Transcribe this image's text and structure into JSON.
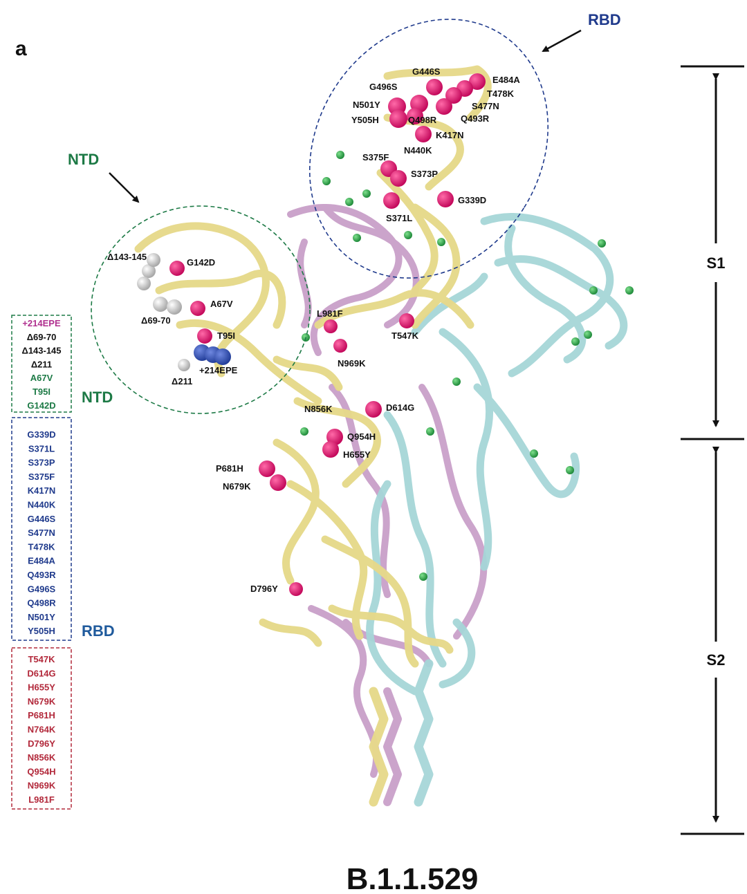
{
  "panel_letter": "a",
  "variant_name": "B.1.1.529",
  "colors": {
    "chain_a": "#f2e6a0",
    "chain_b": "#c9a0c9",
    "chain_c": "#a6d6d8",
    "mutation_sphere": "#e0146e",
    "deletion_sphere": "#cfcfcf",
    "insertion_sphere": "#3a55b0",
    "glycan_sphere": "#2fae4a",
    "ntd_color": "#1d7a46",
    "rbd_color": "#1f3a8c",
    "other_color": "#b2283a",
    "insertion_text": "#b0308f"
  },
  "regions": {
    "rbd": {
      "label": "RBD"
    },
    "ntd": {
      "label": "NTD"
    }
  },
  "subunits": {
    "s1": {
      "label": "S1"
    },
    "s2": {
      "label": "S2"
    }
  },
  "structure_labels": [
    "G446S",
    "E484A",
    "G496S",
    "T478K",
    "N501Y",
    "S477N",
    "Y505H",
    "Q498R",
    "Q493R",
    "K417N",
    "N440K",
    "S375F",
    "S373P",
    "G339D",
    "S371L",
    "Δ143-145",
    "G142D",
    "Δ69-70",
    "A67V",
    "T95I",
    "+214EPE",
    "Δ211",
    "L981F",
    "T547K",
    "N969K",
    "N856K",
    "D614G",
    "Q954H",
    "H655Y",
    "P681H",
    "N679K",
    "D796Y"
  ],
  "legend": {
    "ntd": {
      "label": "NTD",
      "items": [
        {
          "text": "+214EPE",
          "kind": "insertion"
        },
        {
          "text": "Δ69-70",
          "kind": "deletion"
        },
        {
          "text": "Δ143-145",
          "kind": "deletion"
        },
        {
          "text": "Δ211",
          "kind": "deletion"
        },
        {
          "text": "A67V",
          "kind": "substitution"
        },
        {
          "text": "T95I",
          "kind": "substitution"
        },
        {
          "text": "G142D",
          "kind": "substitution"
        }
      ]
    },
    "rbd": {
      "label": "RBD",
      "items": [
        {
          "text": "G339D"
        },
        {
          "text": "S371L"
        },
        {
          "text": "S373P"
        },
        {
          "text": "S375F"
        },
        {
          "text": "K417N"
        },
        {
          "text": "N440K"
        },
        {
          "text": "G446S"
        },
        {
          "text": "S477N"
        },
        {
          "text": "T478K"
        },
        {
          "text": "E484A"
        },
        {
          "text": "Q493R"
        },
        {
          "text": "G496S"
        },
        {
          "text": "Q498R"
        },
        {
          "text": "N501Y"
        },
        {
          "text": "Y505H"
        }
      ]
    },
    "other": {
      "items": [
        {
          "text": "T547K"
        },
        {
          "text": "D614G"
        },
        {
          "text": "H655Y"
        },
        {
          "text": "N679K"
        },
        {
          "text": "P681H"
        },
        {
          "text": "N764K"
        },
        {
          "text": "D796Y"
        },
        {
          "text": "N856K"
        },
        {
          "text": "Q954H"
        },
        {
          "text": "N969K"
        },
        {
          "text": "L981F"
        }
      ]
    }
  }
}
